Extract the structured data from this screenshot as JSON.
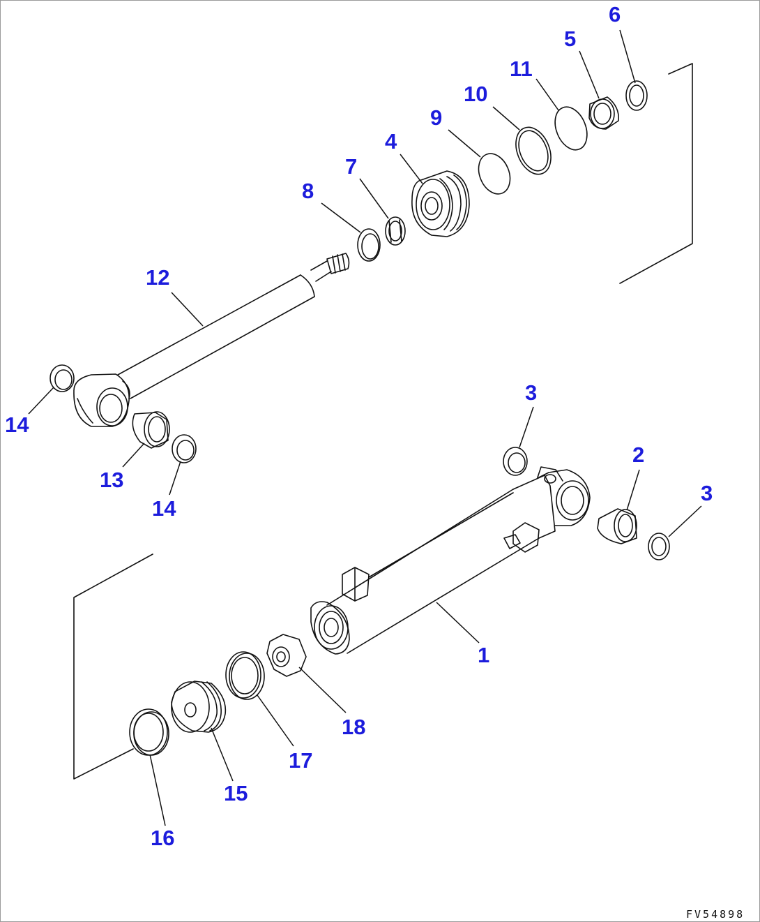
{
  "diagram": {
    "figure_code": "FV54898",
    "callout_color": "#1c1cdc",
    "callouts": [
      {
        "id": "c1",
        "label": "1"
      },
      {
        "id": "c2",
        "label": "2"
      },
      {
        "id": "c3a",
        "label": "3"
      },
      {
        "id": "c3b",
        "label": "3"
      },
      {
        "id": "c4",
        "label": "4"
      },
      {
        "id": "c5",
        "label": "5"
      },
      {
        "id": "c6",
        "label": "6"
      },
      {
        "id": "c7",
        "label": "7"
      },
      {
        "id": "c8",
        "label": "8"
      },
      {
        "id": "c9",
        "label": "9"
      },
      {
        "id": "c10",
        "label": "10"
      },
      {
        "id": "c11",
        "label": "11"
      },
      {
        "id": "c12",
        "label": "12"
      },
      {
        "id": "c13",
        "label": "13"
      },
      {
        "id": "c14a",
        "label": "14"
      },
      {
        "id": "c14b",
        "label": "14"
      },
      {
        "id": "c15",
        "label": "15"
      },
      {
        "id": "c16",
        "label": "16"
      },
      {
        "id": "c17",
        "label": "17"
      },
      {
        "id": "c18",
        "label": "18"
      }
    ]
  }
}
